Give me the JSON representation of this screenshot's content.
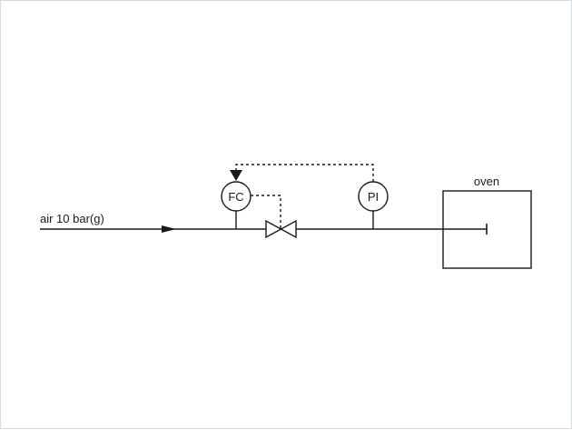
{
  "diagram": {
    "inlet_label": "air 10 bar(g)",
    "controller_label": "FC",
    "indicator_label": "PI",
    "vessel_label": "oven"
  }
}
